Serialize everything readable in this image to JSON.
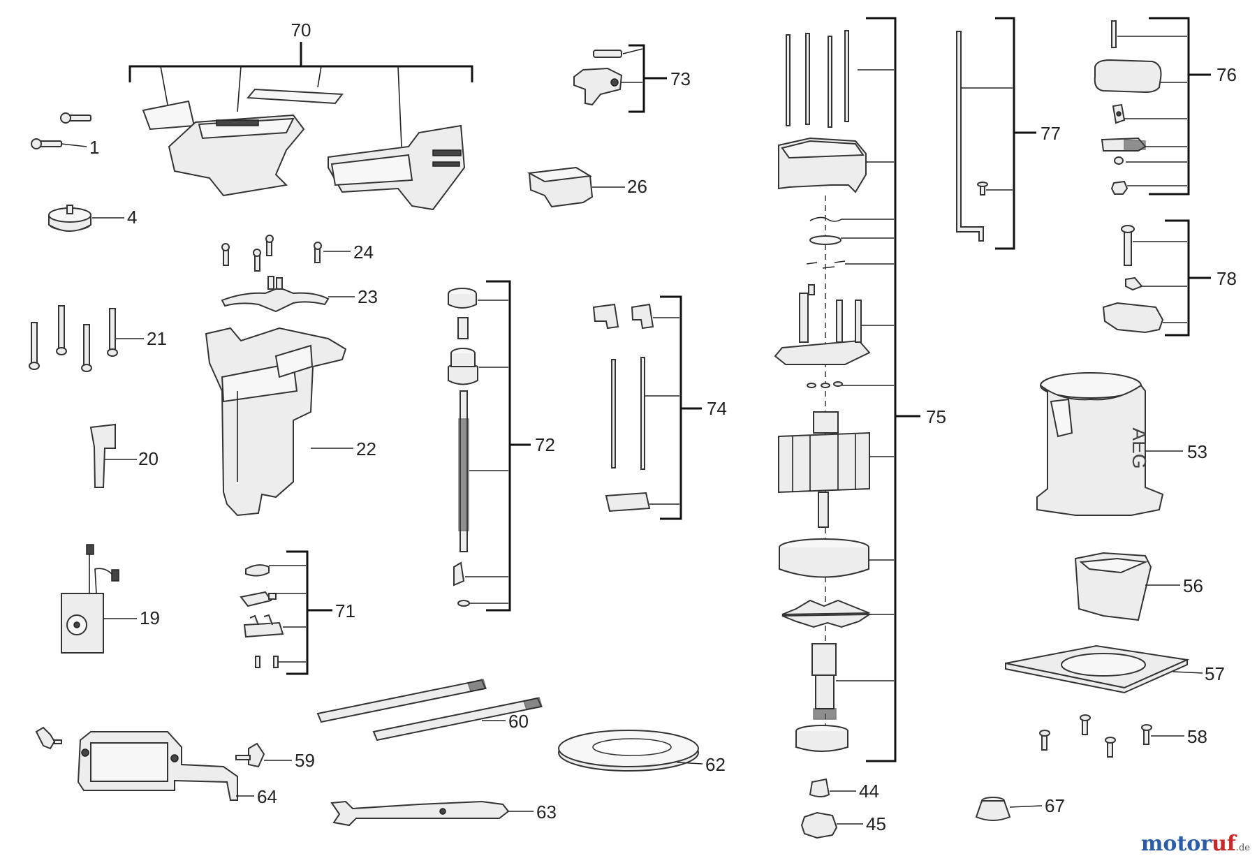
{
  "labels": {
    "p1": "1",
    "p4": "4",
    "p19": "19",
    "p20": "20",
    "p21": "21",
    "p22": "22",
    "p23": "23",
    "p24": "24",
    "p26": "26",
    "p44": "44",
    "p45": "45",
    "p53": "53",
    "p56": "56",
    "p57": "57",
    "p58": "58",
    "p59": "59",
    "p60": "60",
    "p62": "62",
    "p63": "63",
    "p64": "64",
    "p67": "67",
    "p70": "70",
    "p71": "71",
    "p72": "72",
    "p73": "73",
    "p74": "74",
    "p75": "75",
    "p76": "76",
    "p77": "77",
    "p78": "78"
  },
  "housing_mark": "AEG",
  "logo": {
    "part1": "motor",
    "part2": "uf",
    "part3": ".de"
  },
  "colors": {
    "logo_blue": "#2a5ca8",
    "logo_red": "#c62828"
  }
}
